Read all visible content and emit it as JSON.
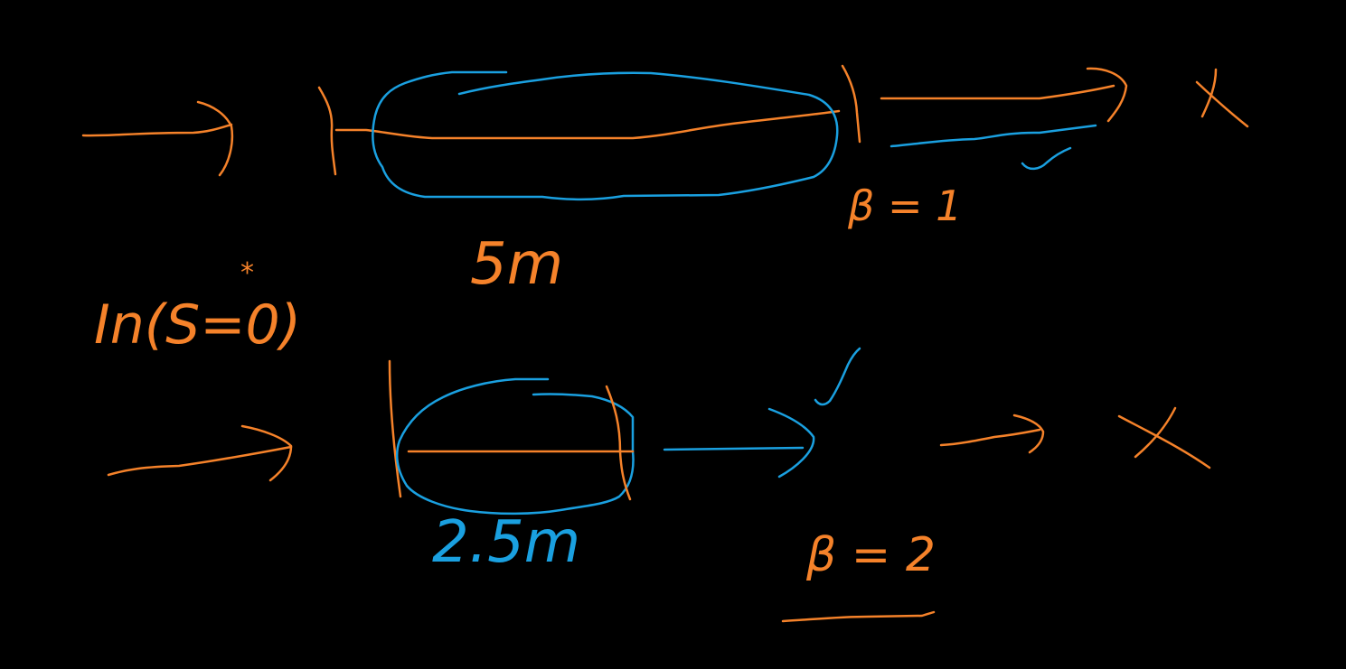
{
  "colors": {
    "background": "#000000",
    "ink_orange": "#f5822a",
    "ink_blue": "#1aa0e0"
  },
  "labels": {
    "top_length": "5m",
    "beta_top": "β = 1",
    "bottom_length": "2.5m",
    "beta_bottom": "β = 2",
    "middle_left": "In(S=0)",
    "middle_left_mark": "*"
  },
  "icons": {
    "cross_top": "cross-icon",
    "cross_bottom": "cross-icon",
    "tick": "check-icon"
  }
}
